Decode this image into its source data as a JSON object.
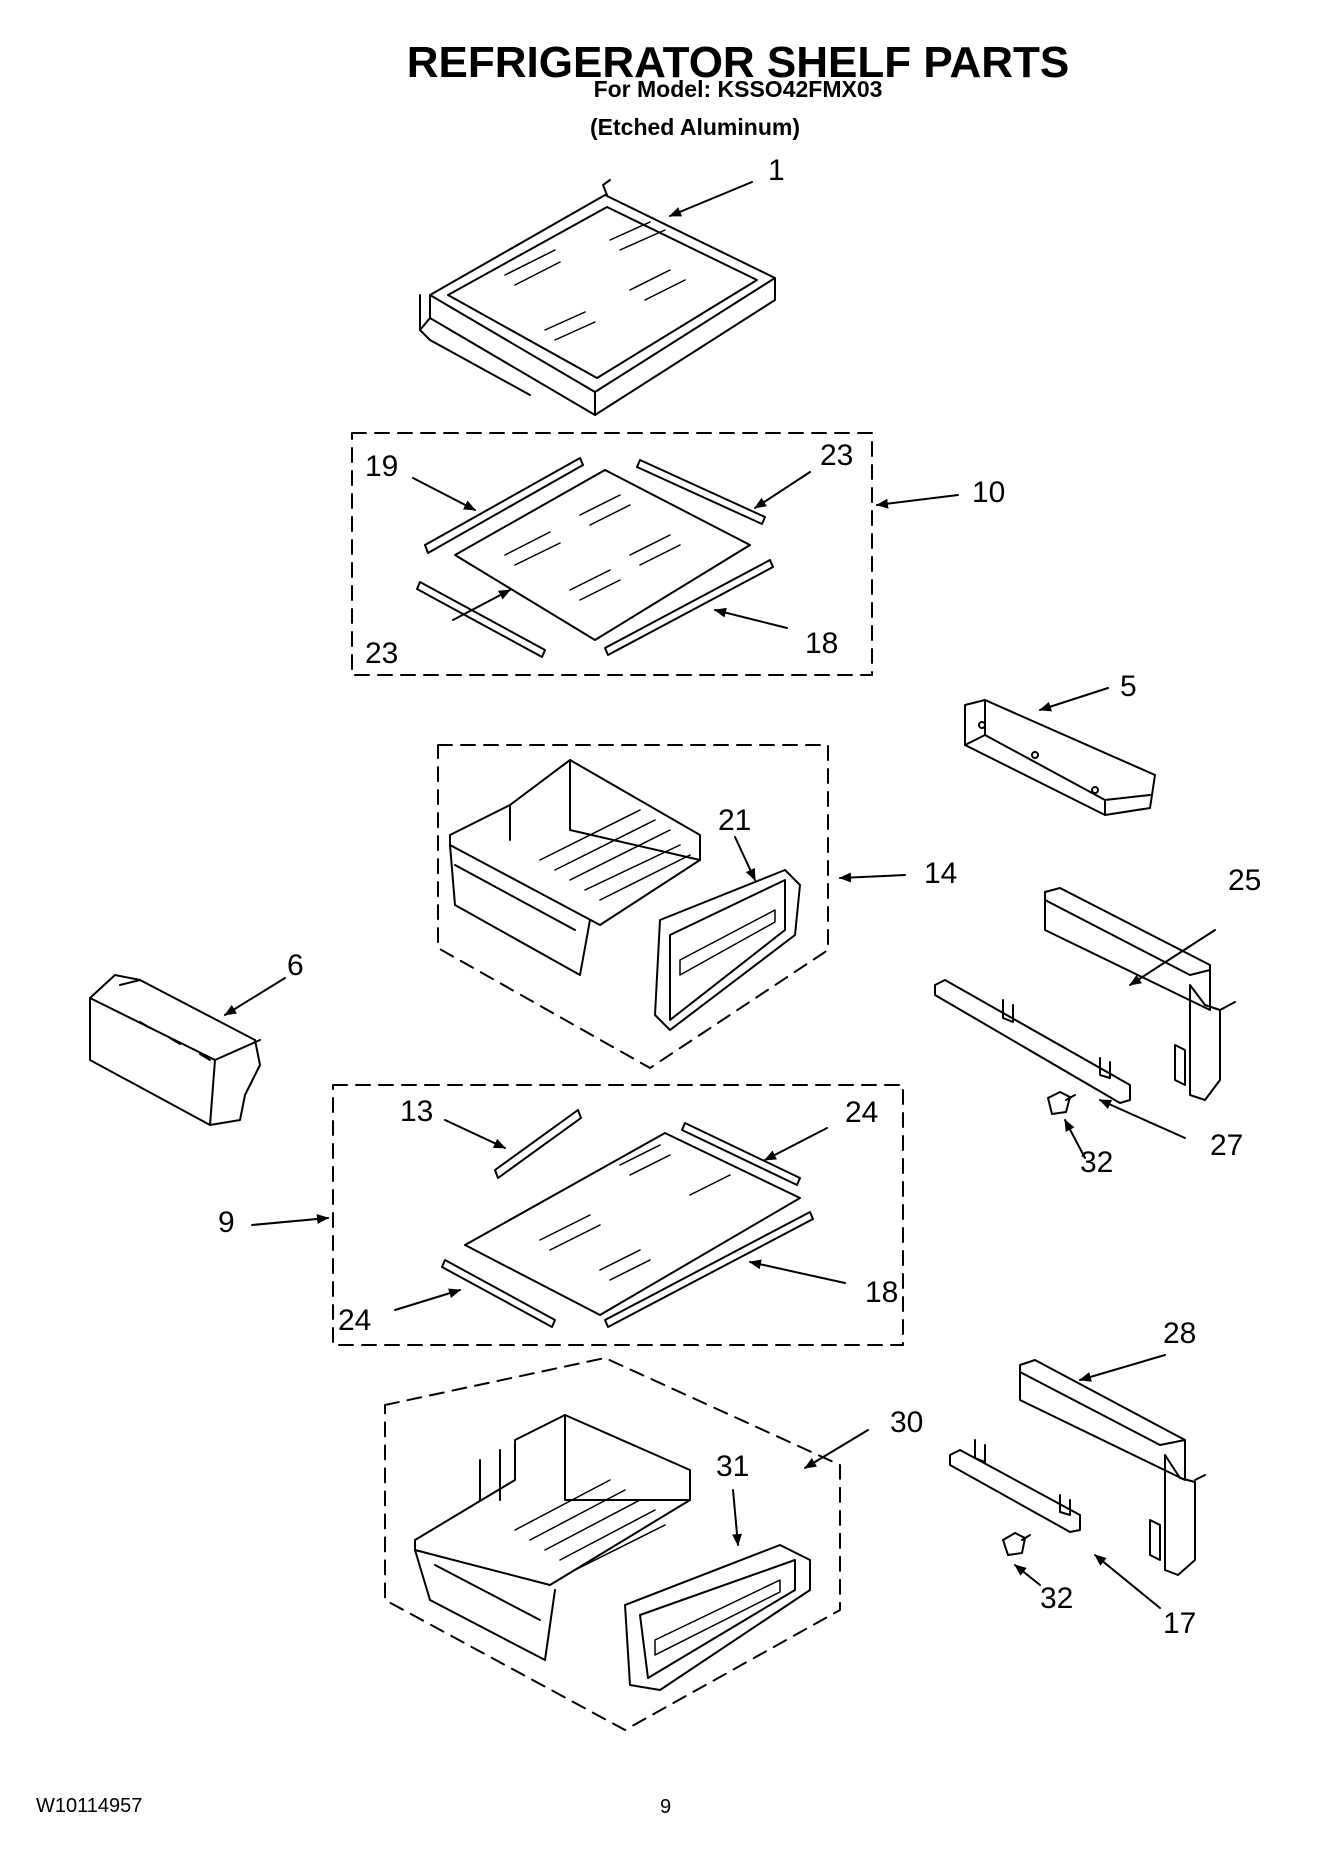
{
  "header": {
    "title": "REFRIGERATOR SHELF PARTS",
    "model_line": "For Model: KSSO42FMX03",
    "variant_line": "(Etched Aluminum)"
  },
  "callouts": {
    "c1": "1",
    "c19": "19",
    "c23a": "23",
    "c10": "10",
    "c23b": "23",
    "c18a": "18",
    "c5": "5",
    "c21": "21",
    "c14": "14",
    "c25": "25",
    "c6": "6",
    "c27": "27",
    "c32a": "32",
    "c13": "13",
    "c24a": "24",
    "c9": "9",
    "c18b": "18",
    "c24b": "24",
    "c28": "28",
    "c30": "30",
    "c31": "31",
    "c32b": "32",
    "c17": "17"
  },
  "footer": {
    "doc_number": "W10114957",
    "page_number": "9"
  }
}
